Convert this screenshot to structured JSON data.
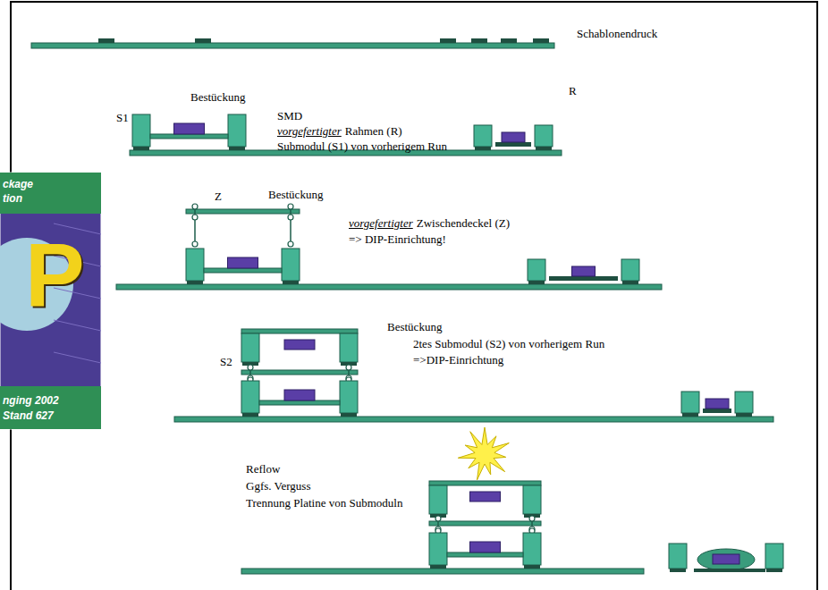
{
  "diagram": {
    "labels": [
      "Schablonendruck",
      "Bestückung",
      "S1",
      "SMD",
      "vorgefertigter",
      "Rahmen (R)",
      "R",
      "Submodul (S1) von vorherigem Run",
      "Bestückung",
      "Z",
      "vorgefertigter",
      "Zwischendeckel (Z)",
      "=> DIP-Einrichtung!",
      "Bestückung",
      "S2",
      "2tes Submodul (S2) von vorherigem Run",
      "=>DIP-Einrichtung",
      "Reflow",
      "Ggfs. Verguss",
      "Trennung Platine von Submoduln",
      "ckage",
      "tion",
      "P",
      "nging 2002",
      "Stand 627"
    ]
  }
}
